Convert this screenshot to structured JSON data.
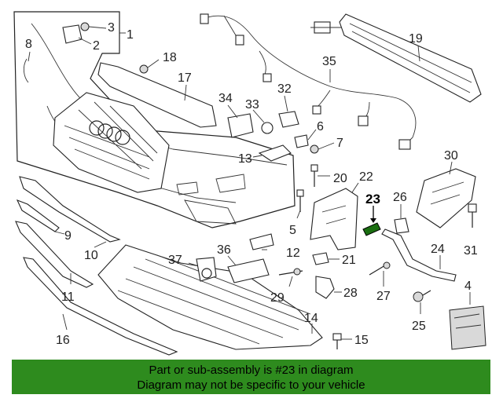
{
  "callouts": {
    "c1": "1",
    "c2": "2",
    "c3": "3",
    "c4": "4",
    "c5": "5",
    "c6": "6",
    "c7": "7",
    "c8": "8",
    "c9": "9",
    "c10": "10",
    "c11": "11",
    "c12": "12",
    "c13": "13",
    "c14": "14",
    "c15": "15",
    "c16": "16",
    "c17": "17",
    "c18": "18",
    "c19": "19",
    "c20": "20",
    "c21": "21",
    "c22": "22",
    "c23": "23",
    "c24": "24",
    "c25": "25",
    "c26": "26",
    "c27": "27",
    "c28": "28",
    "c29": "29",
    "c30": "30",
    "c31": "31",
    "c32": "32",
    "c33": "33",
    "c34": "34",
    "c35": "35",
    "c36": "36",
    "c37": "37"
  },
  "highlight_color": "#1a6e10",
  "banner": {
    "line1": "Part or sub-assembly is #23 in diagram",
    "line2": "Diagram may not be specific to your vehicle",
    "color": "#2e8b1e"
  }
}
